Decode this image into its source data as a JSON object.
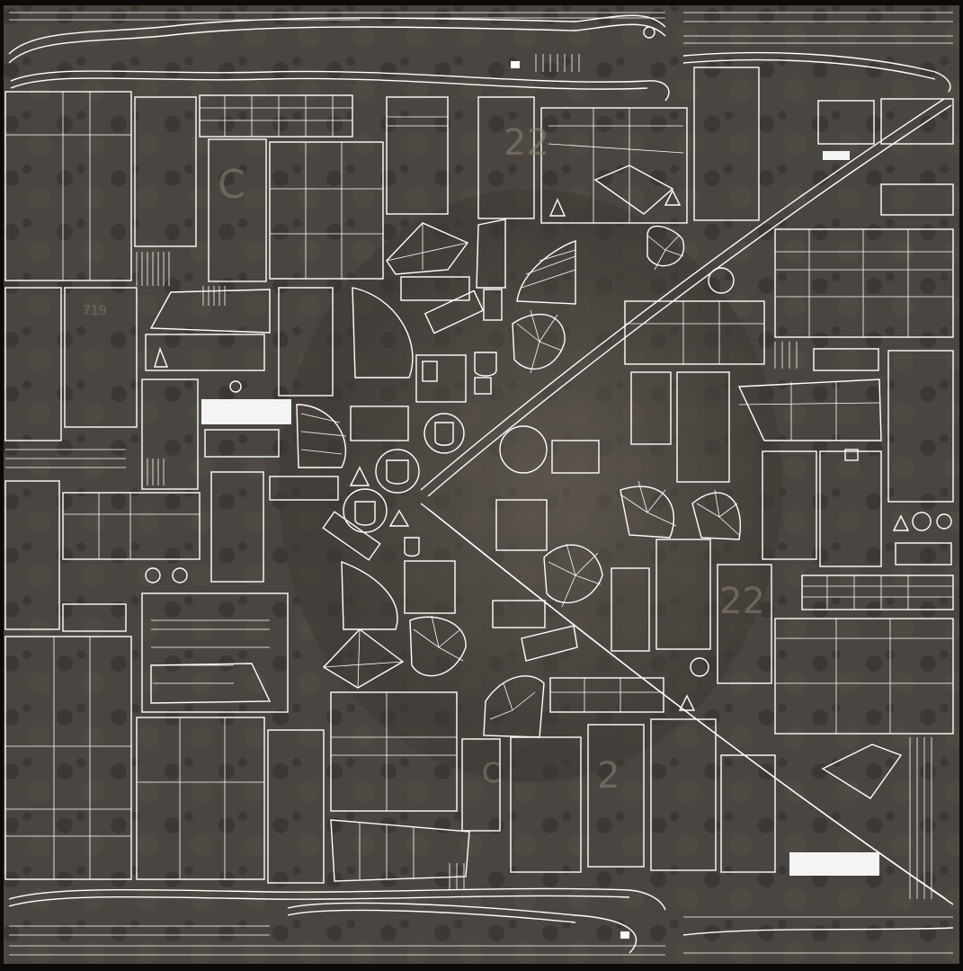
{
  "colors": {
    "background": "#0c0b0a",
    "ground": "#4a4540",
    "ground_dark": "#302c28",
    "ground_light": "#6a625a",
    "wireframe": "#ffffff",
    "highlight_block": "#f4f4f4"
  },
  "texture": {
    "faint_labels": [
      "C",
      "719",
      "22",
      "22",
      "2",
      "C"
    ]
  }
}
